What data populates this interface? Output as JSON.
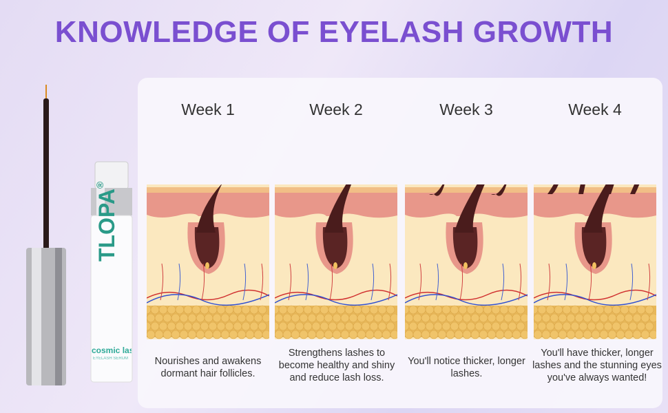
{
  "title": "KNOWLEDGE OF EYELASH GROWTH",
  "product": {
    "brand": "TLOPA",
    "registered": "®",
    "line": "cosmic lash",
    "type": "EYELASH SERUM"
  },
  "weeks": [
    {
      "label": "Week 1",
      "caption": "Nourishes and awakens dormant hair follicles."
    },
    {
      "label": "Week 2",
      "caption": "Strengthens lashes to become healthy and shiny and reduce lash loss."
    },
    {
      "label": "Week 3",
      "caption": "You'll notice thicker, longer lashes."
    },
    {
      "label": "Week 4",
      "caption": "You'll have thicker, longer lashes and the stunning eyes you've always wanted!"
    }
  ],
  "colors": {
    "title": "#7a4fd0",
    "brand": "#2a9a88"
  }
}
